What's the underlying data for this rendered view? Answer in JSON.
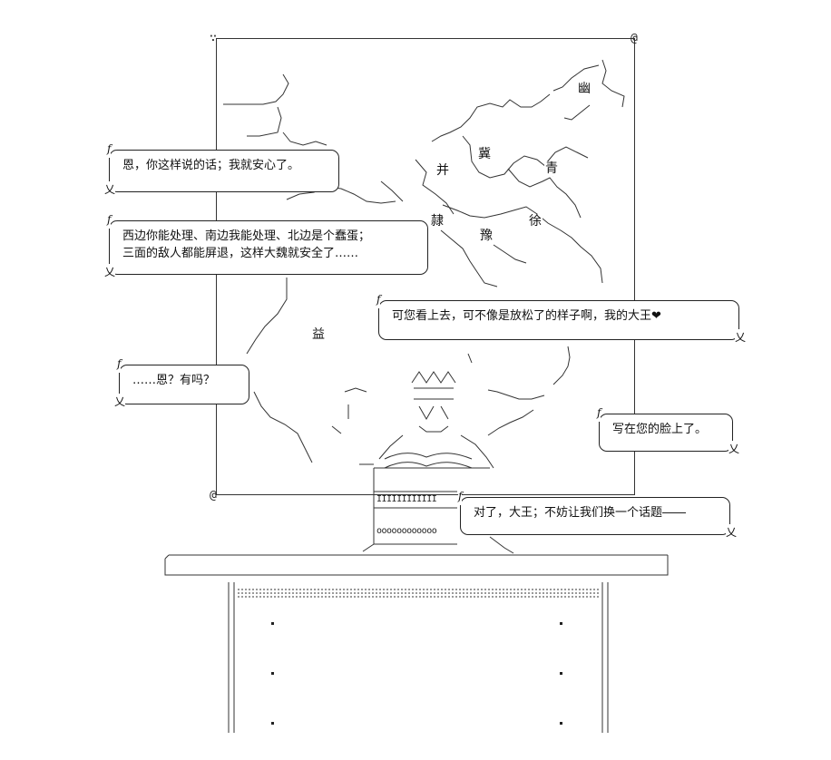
{
  "map": {
    "corner_top_left": "∵",
    "corner_top_right": "@",
    "corner_bottom_left": "@",
    "regions": {
      "you": "幽",
      "ji": "冀",
      "bing": "并",
      "qing": "青",
      "xu": "徐",
      "li": "隷",
      "yu": "豫",
      "yi": "益"
    }
  },
  "bubbles": {
    "b1": {
      "line1": "恩，你这样说的话；我就安心了。"
    },
    "b2": {
      "line1": "西边你能处理、南边我能处理、北边是个蠢蛋；",
      "line2": "三面的敌人都能屏退，这样大魏就安全了……"
    },
    "b3": {
      "line1": "可您看上去，可不像是放松了的样子啊，我的大王❤"
    },
    "b4": {
      "line1": "……恩？有吗？"
    },
    "b5": {
      "line1": "写在您的脸上了。"
    },
    "b6": {
      "line1": "对了，大王；不妨让我们换一个话题――"
    }
  },
  "marks": {
    "f": "f",
    "x": "乂"
  },
  "desk": {
    "tiles_top": "ΙΙΙΙΙΙΙΙΙΙΙΙ",
    "tiles_bottom": "oooooooooooo"
  }
}
